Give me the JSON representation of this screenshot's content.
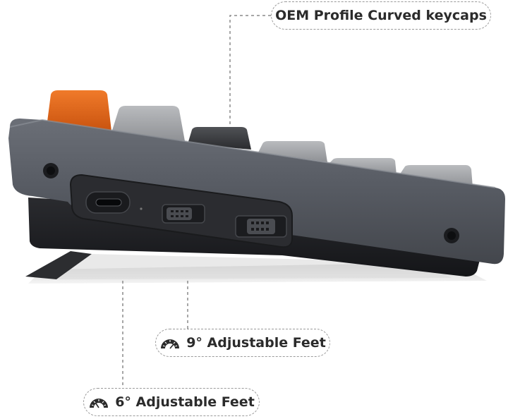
{
  "callouts": {
    "keycaps": {
      "label": "OEM Profile Curved keycaps"
    },
    "feet_9": {
      "label": "9° Adjustable Feet",
      "icon": "protractor-icon"
    },
    "feet_6": {
      "label": "6° Adjustable Feet",
      "icon": "protractor-icon"
    }
  },
  "colors": {
    "case_dark": "#2e3034",
    "case_mid": "#5a5e66",
    "keycap_gray": "#a7a9ac",
    "keycap_orange": "#e8641c",
    "keycap_black": "#3a3b3e",
    "dashed_line": "#8a8a8a",
    "text": "#2b2b2b"
  }
}
